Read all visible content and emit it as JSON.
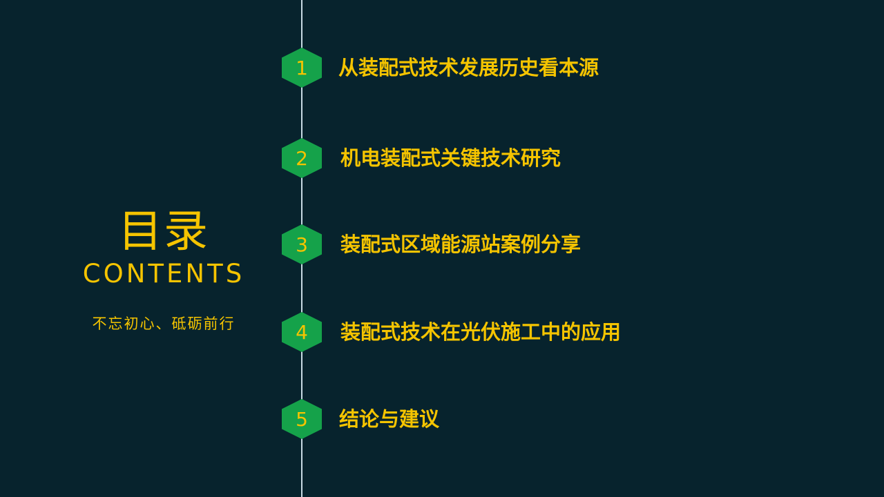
{
  "title": {
    "cn": "目录",
    "en": "CONTENTS"
  },
  "subtitle": "不忘初心、砥砺前行",
  "items": [
    {
      "number": "1",
      "label": "从装配式技术发展历史看本源"
    },
    {
      "number": "2",
      "label": "机电装配式关键技术研究"
    },
    {
      "number": "3",
      "label": "装配式区域能源站案例分享"
    },
    {
      "number": "4",
      "label": "装配式技术在光伏施工中的应用"
    },
    {
      "number": "5",
      "label": "结论与建议"
    }
  ],
  "colors": {
    "background": "#07232d",
    "accent_text": "#f5c400",
    "hexagon": "#15a24a",
    "timeline": "#c9dbe4"
  }
}
